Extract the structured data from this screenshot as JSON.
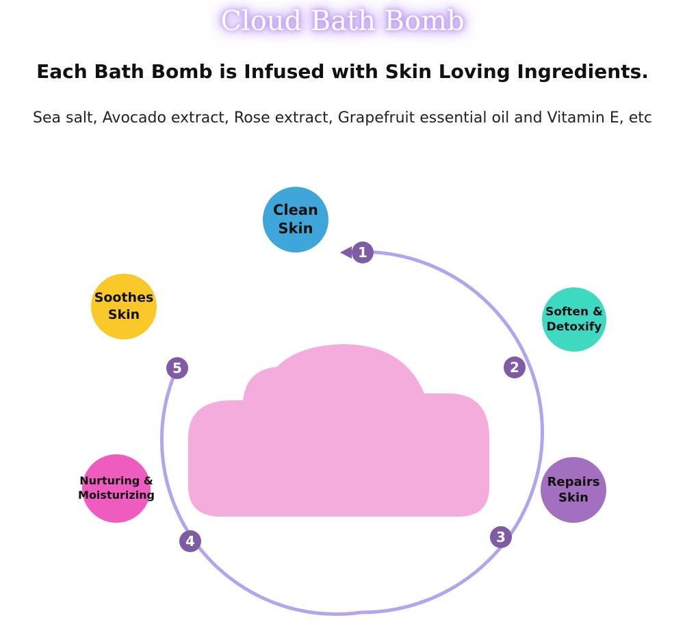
{
  "title": "Cloud Bath Bomb",
  "headline": "Each Bath Bomb is Infused with Skin Loving Ingredients.",
  "ingredients": "Sea salt, Avocado extract, Rose extract, Grapefruit essential oil and Vitamin E, etc",
  "benefits": [
    {
      "number": "1",
      "label": "Clean\nSkin",
      "color": "#3fa6d9"
    },
    {
      "number": "2",
      "label": "Soften &\nDetoxify",
      "color": "#3fd9c1"
    },
    {
      "number": "3",
      "label": "Repairs\nSkin",
      "color": "#a36fbf"
    },
    {
      "number": "4",
      "label": "Nurturing &\nMoisturizing",
      "color": "#ee5cbf"
    },
    {
      "number": "5",
      "label": "Soothes\nSkin",
      "color": "#fbc82a"
    }
  ],
  "colors": {
    "ring": "#b3a4ee",
    "marker": "#7f5aa5",
    "cloud": "#f4acdc",
    "title_glow": "#b48cf2"
  }
}
